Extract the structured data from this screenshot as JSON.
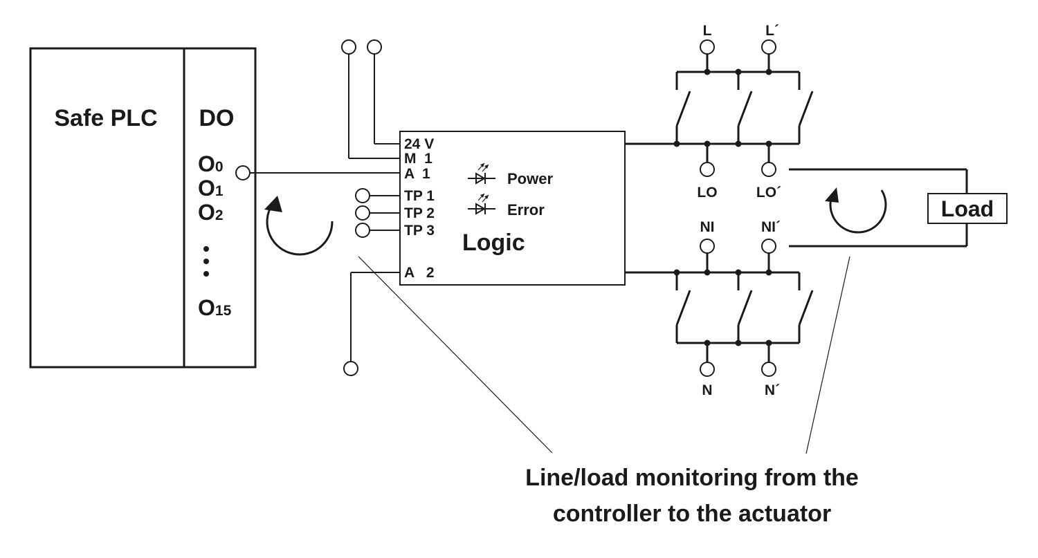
{
  "plc": {
    "title": "Safe PLC",
    "module": "DO",
    "outputs": [
      {
        "letter": "O",
        "index": "0"
      },
      {
        "letter": "O",
        "index": "1"
      },
      {
        "letter": "O",
        "index": "2"
      },
      {
        "letter": "O",
        "index": "15"
      }
    ]
  },
  "logic": {
    "title": "Logic",
    "pins": [
      "24 V",
      "M  1",
      "A  1",
      "TP 1",
      "TP 2",
      "TP 3",
      "A   2"
    ],
    "leds": [
      "Power",
      "Error"
    ]
  },
  "terminals": {
    "L": "L",
    "L_prime": "L´",
    "LO": "LO",
    "LO_prime": "LO´",
    "NI": "NI",
    "NI_prime": "NI´",
    "N": "N",
    "N_prime": "N´"
  },
  "load": {
    "label": "Load"
  },
  "caption": {
    "line1": "Line/load monitoring from the",
    "line2": "controller to the actuator"
  },
  "colors": {
    "ink": "#1a1a1a",
    "background": "#ffffff"
  }
}
